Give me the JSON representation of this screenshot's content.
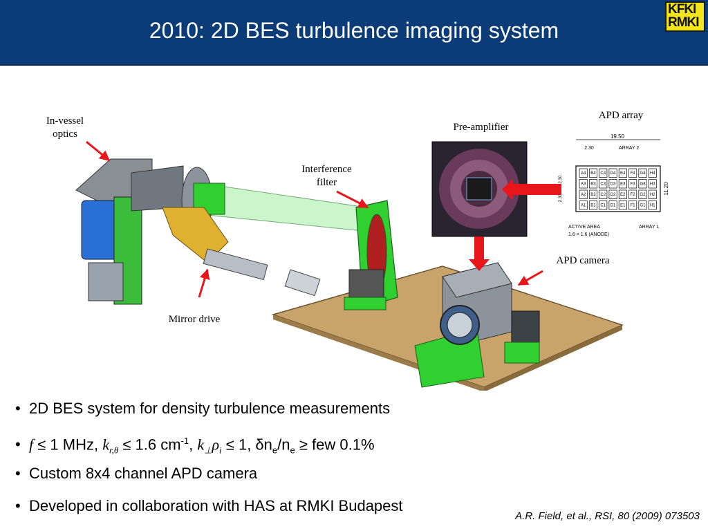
{
  "header": {
    "title": "2010: 2D BES turbulence imaging system",
    "logo_top": "KFKI",
    "logo_bottom": "RMKI"
  },
  "labels": {
    "in_vessel_optics": "In-vessel optics",
    "interference_filter": "Interference filter",
    "pre_amplifier": "Pre-amplifier",
    "apd_array": "APD array",
    "apd_camera": "APD camera",
    "mirror_drive": "Mirror drive"
  },
  "array_drawing": {
    "width_dim": "19.50",
    "pitch_dim": "2.30",
    "array2": "ARRAY 2",
    "array1": "ARRAY 1",
    "active_area": "ACTIVE AREA",
    "anode": "1.6 × 1.6 (ANODE)",
    "height_dim": "11.20",
    "vdims": "2.30 2.60 2.30",
    "rows": [
      [
        "A4",
        "B4",
        "C4",
        "D4",
        "E4",
        "F4",
        "G4",
        "H4"
      ],
      [
        "A3",
        "B3",
        "C3",
        "D3",
        "E3",
        "F3",
        "G3",
        "H3"
      ],
      [
        "A2",
        "B2",
        "C2",
        "D2",
        "E2",
        "F2",
        "G2",
        "H2"
      ],
      [
        "A1",
        "B1",
        "C1",
        "D1",
        "E1",
        "F1",
        "G1",
        "H1"
      ]
    ]
  },
  "bullets": {
    "b1": "2D BES system for density turbulence measurements",
    "b2": {
      "f": "f",
      "le1": " ≤ 1 MHz, ",
      "k1": "k",
      "k1sub": "r,θ",
      "le2": " ≤ 1.6 cm",
      "sup": "-1",
      "comma": ", ",
      "k2": "k",
      "k2sub": "⊥",
      "rho": "ρ",
      "rhosub": "i",
      "le3": " ≤ 1, ",
      "delta": "δ",
      "ne": "n",
      "nesub": "e",
      "slash": "/n",
      "nesub2": "e",
      "ge": " ≥ few 0.1%"
    },
    "b3": "Custom 8x4 channel APD camera",
    "b4": "Developed in collaboration with HAS at RMKI Budapest"
  },
  "citation": "A.R. Field, et al., RSI, 80 (2009) 073503",
  "colors": {
    "header_bg": "#0b3c78",
    "arrow_red": "#e8151b",
    "green": "#22e022",
    "table": "#c8a36a"
  }
}
